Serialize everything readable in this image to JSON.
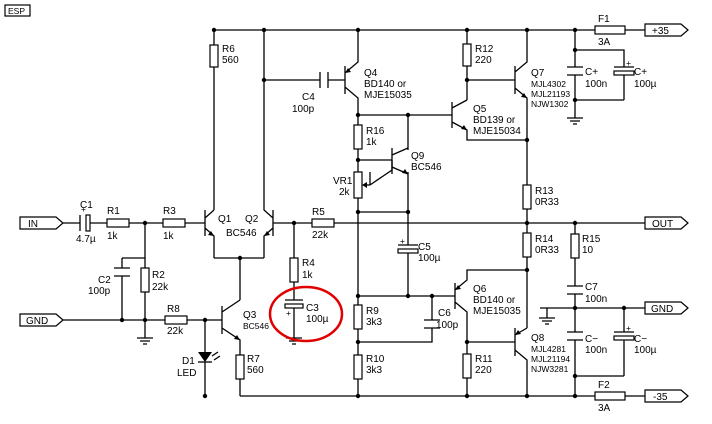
{
  "brand": "ESP",
  "terminals": {
    "pos_rail": "+35",
    "neg_rail": "-35",
    "in": "IN",
    "out": "OUT",
    "gnd_left": "GND",
    "gnd_right": "GND"
  },
  "components": {
    "c1": {
      "ref": "C1",
      "value": "4.7µ"
    },
    "r1": {
      "ref": "R1",
      "value": "1k"
    },
    "r3": {
      "ref": "R3",
      "value": "1k"
    },
    "c2": {
      "ref": "C2",
      "value": "100p"
    },
    "r2": {
      "ref": "R2",
      "value": "22k"
    },
    "r8": {
      "ref": "R8",
      "value": "22k"
    },
    "q1": {
      "ref": "Q1"
    },
    "q2": {
      "ref": "Q2"
    },
    "q12_type": "BC546",
    "q3": {
      "ref": "Q3",
      "type": "BC546"
    },
    "d1": {
      "ref": "D1",
      "value": "LED"
    },
    "r7": {
      "ref": "R7",
      "value": "560"
    },
    "r6": {
      "ref": "R6",
      "value": "560"
    },
    "r5": {
      "ref": "R5",
      "value": "22k"
    },
    "r4": {
      "ref": "R4",
      "value": "1k"
    },
    "c3": {
      "ref": "C3",
      "value": "100µ"
    },
    "c4": {
      "ref": "C4",
      "value": "100p"
    },
    "q4": {
      "ref": "Q4",
      "type_a": "BD140 or",
      "type_b": "MJE15035"
    },
    "r16": {
      "ref": "R16",
      "value": "1k"
    },
    "vr1": {
      "ref": "VR1",
      "value": "2k"
    },
    "q9": {
      "ref": "Q9",
      "type": "BC546"
    },
    "r9": {
      "ref": "R9",
      "value": "3k3"
    },
    "r10": {
      "ref": "R10",
      "value": "3k3"
    },
    "c5": {
      "ref": "C5",
      "value": "100µ"
    },
    "c6": {
      "ref": "C6",
      "value": "100p"
    },
    "r12": {
      "ref": "R12",
      "value": "220"
    },
    "q5": {
      "ref": "Q5",
      "type_a": "BD139 or",
      "type_b": "MJE15034"
    },
    "q6": {
      "ref": "Q6",
      "type_a": "BD140 or",
      "type_b": "MJE15035"
    },
    "r11": {
      "ref": "R11",
      "value": "220"
    },
    "q7": {
      "ref": "Q7",
      "type_a": "MJL4302",
      "type_b": "MJL21193",
      "type_c": "NJW1302"
    },
    "q8": {
      "ref": "Q8",
      "type_a": "MJL4281",
      "type_b": "MJL21194",
      "type_c": "NJW3281"
    },
    "r13": {
      "ref": "R13",
      "value": "0R33"
    },
    "r14": {
      "ref": "R14",
      "value": "0R33"
    },
    "r15": {
      "ref": "R15",
      "value": "10"
    },
    "c7": {
      "ref": "C7",
      "value": "100n"
    },
    "f1": {
      "ref": "F1",
      "value": "3A"
    },
    "f2": {
      "ref": "F2",
      "value": "3A"
    },
    "cp1": {
      "ref": "C+",
      "value": "100n"
    },
    "cp2": {
      "ref": "C+",
      "value": "100µ"
    },
    "cn1": {
      "ref": "C−",
      "value": "100n"
    },
    "cn2": {
      "ref": "C−",
      "value": "100µ"
    }
  },
  "highlight": {
    "target": "C3",
    "color": "#e00000"
  }
}
